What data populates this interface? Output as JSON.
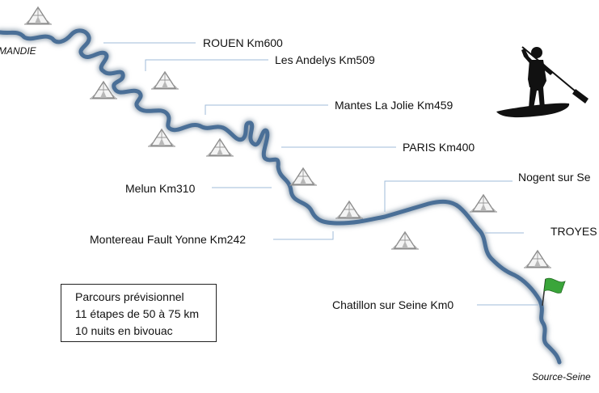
{
  "places": {
    "normandie": "MANDIE",
    "rouen": "ROUEN Km600",
    "andelys": "Les Andelys Km509",
    "mantes": "Mantes La Jolie Km459",
    "paris": "PARIS Km400",
    "nogent": "Nogent sur Se",
    "melun": "Melun Km310",
    "troyes": "TROYES I",
    "montereau": "Montereau Fault Yonne Km242",
    "chatillon": "Chatillon sur Seine Km0",
    "source": "Source-Seine"
  },
  "legend": {
    "line1": "Parcours prévisionnel",
    "line2": "11 étapes de 50 à 75 km",
    "line3": "10 nuits en bivouac"
  },
  "colors": {
    "river": "#4a6f97",
    "leader": "#9fbbd8",
    "flag": "#3aa53a",
    "tent": "#8a8a8a"
  },
  "icons": [
    "tent-icon",
    "paddleboarder-icon",
    "flag-icon"
  ]
}
